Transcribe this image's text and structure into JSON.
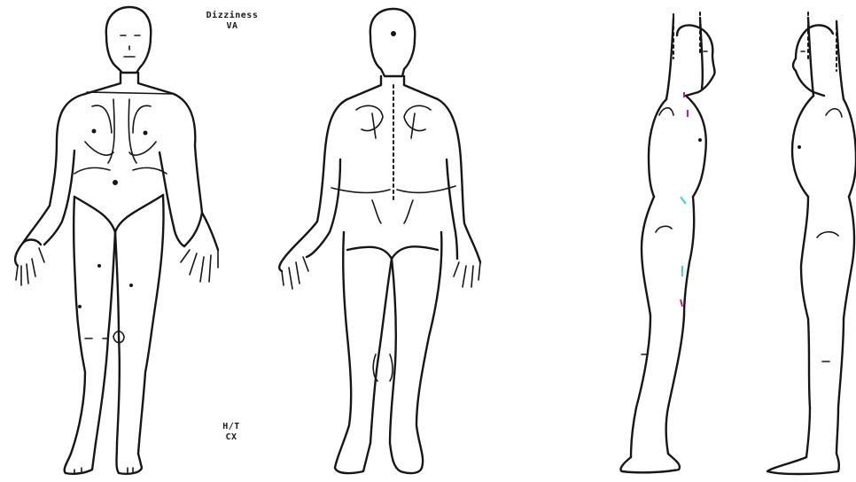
{
  "annotations": {
    "top_line1": "Dizziness",
    "top_line2": "VA",
    "bottom_line1": "H/T",
    "bottom_line2": "CX"
  },
  "colors": {
    "ink": "#161616",
    "background": "#ffffff",
    "mark_cyan": "#3fd0d0",
    "mark_magenta": "#c0208a"
  }
}
